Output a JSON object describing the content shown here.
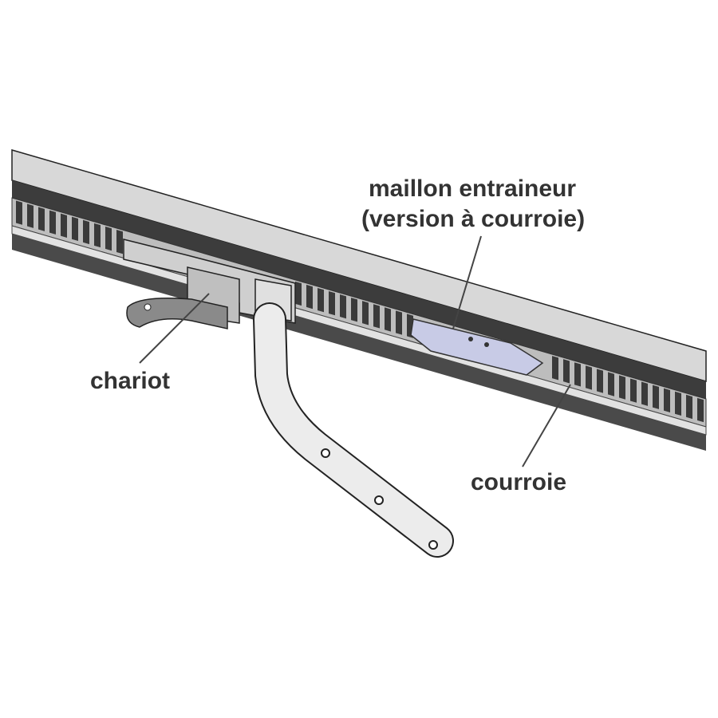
{
  "labels": {
    "maillon_line1": "maillon entraineur",
    "maillon_line2": "(version à courroie)",
    "chariot": "chariot",
    "courroie": "courroie"
  },
  "colors": {
    "rail_top": "#d6d6d6",
    "rail_dark": "#4a4a4a",
    "belt": "#6a6a6a",
    "link": "#c8cbe6",
    "text": "#333333"
  }
}
